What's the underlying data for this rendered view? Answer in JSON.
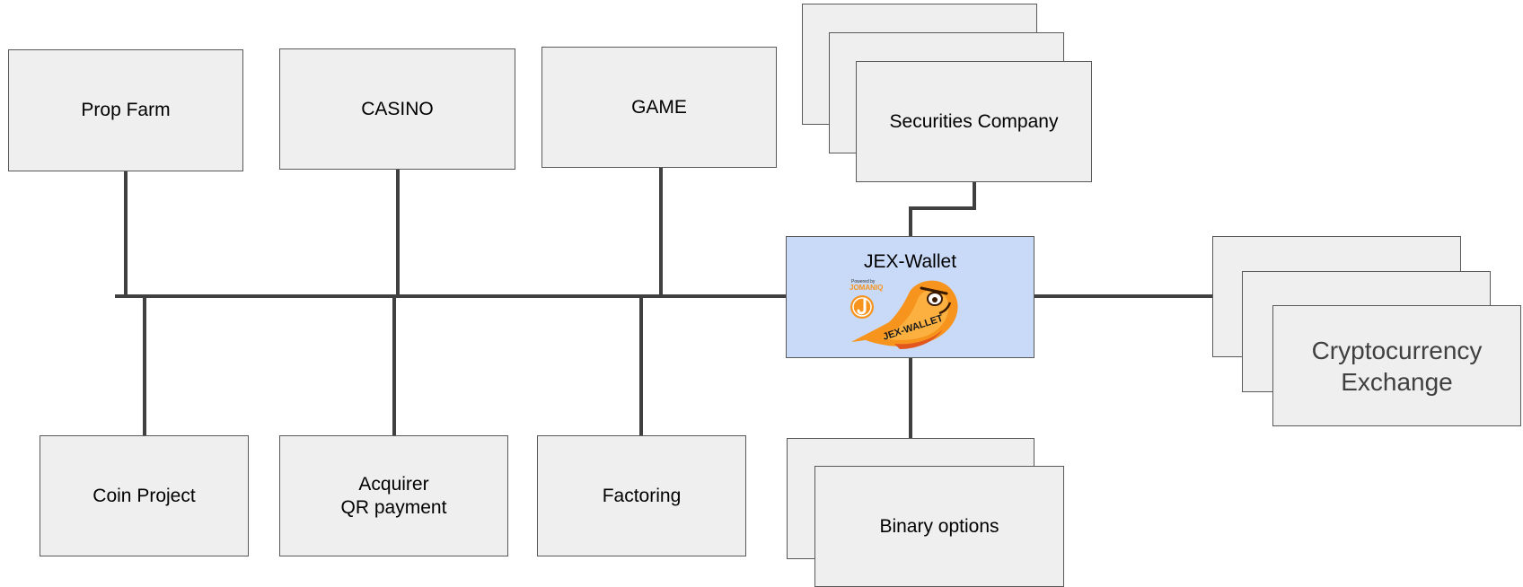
{
  "diagram": {
    "top_nodes": {
      "prop_farm": "Prop Farm",
      "casino": "CASINO",
      "game": "GAME",
      "securities_company": "Securities Company"
    },
    "bottom_nodes": {
      "coin_project": "Coin Project",
      "acquirer": "Acquirer\nQR payment",
      "factoring": "Factoring",
      "binary_options": "Binary options"
    },
    "hub": {
      "title": "JEX-Wallet",
      "logo": {
        "powered_by": "Powered by",
        "brand": "JOMANIQ",
        "mascot_text": "JEX-WALLET"
      }
    },
    "right_node": {
      "exchange": "Cryptocurrency\nExchange"
    }
  },
  "colors": {
    "box_fill": "#efefef",
    "hub_fill": "#c9daf8",
    "line": "#404040",
    "border": "#595959"
  }
}
